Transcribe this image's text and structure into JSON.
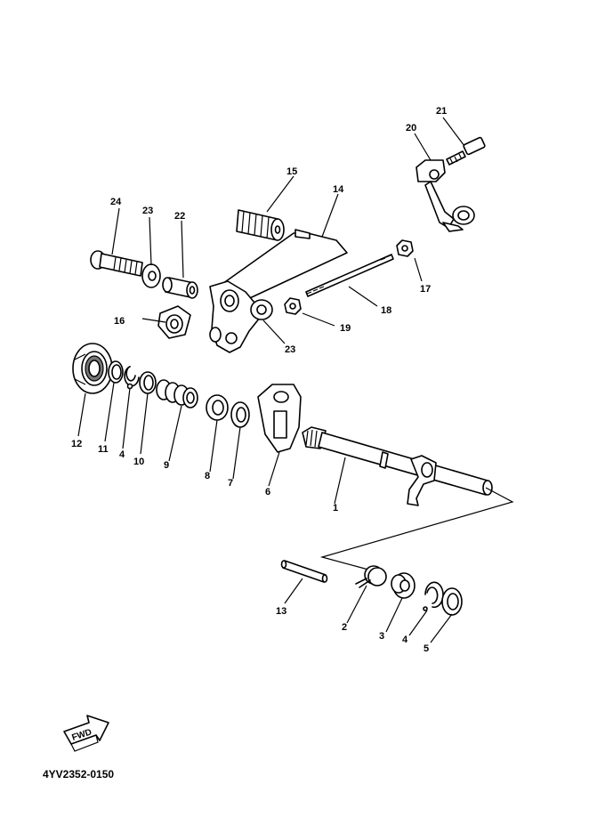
{
  "diagram": {
    "part_code": "4YV2352-0150",
    "fwd_label": "FWD",
    "labels": [
      {
        "id": "l1",
        "text": "1"
      },
      {
        "id": "l2",
        "text": "2"
      },
      {
        "id": "l3",
        "text": "3"
      },
      {
        "id": "l4a",
        "text": "4"
      },
      {
        "id": "l4b",
        "text": "4"
      },
      {
        "id": "l5",
        "text": "5"
      },
      {
        "id": "l6",
        "text": "6"
      },
      {
        "id": "l7",
        "text": "7"
      },
      {
        "id": "l8",
        "text": "8"
      },
      {
        "id": "l9",
        "text": "9"
      },
      {
        "id": "l10",
        "text": "10"
      },
      {
        "id": "l11",
        "text": "11"
      },
      {
        "id": "l12",
        "text": "12"
      },
      {
        "id": "l13",
        "text": "13"
      },
      {
        "id": "l14",
        "text": "14"
      },
      {
        "id": "l15",
        "text": "15"
      },
      {
        "id": "l16",
        "text": "16"
      },
      {
        "id": "l17",
        "text": "17"
      },
      {
        "id": "l18",
        "text": "18"
      },
      {
        "id": "l19",
        "text": "19"
      },
      {
        "id": "l20",
        "text": "20"
      },
      {
        "id": "l21",
        "text": "21"
      },
      {
        "id": "l22",
        "text": "22"
      },
      {
        "id": "l23a",
        "text": "23"
      },
      {
        "id": "l23b",
        "text": "23"
      },
      {
        "id": "l24",
        "text": "24"
      }
    ]
  }
}
